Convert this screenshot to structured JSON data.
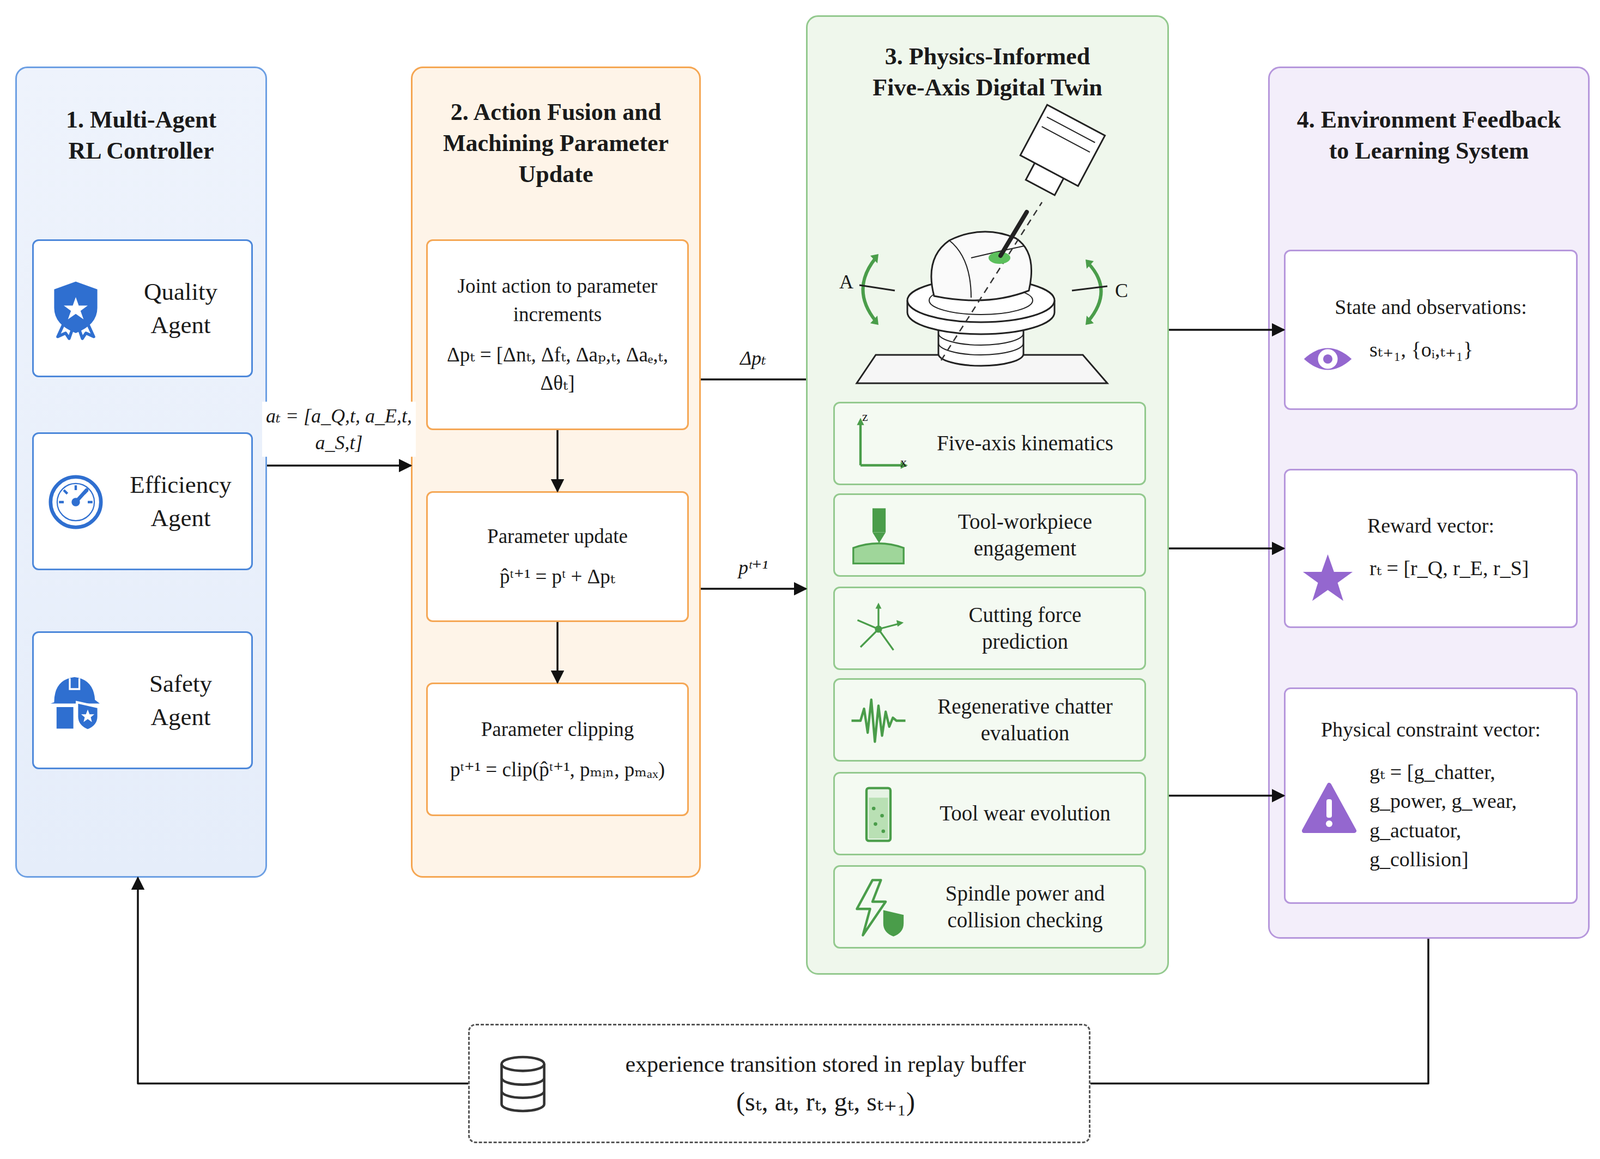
{
  "diagram": {
    "nodes": [
      {
        "text": [
          "1. Multi-Agent RL Controller"
        ]
      },
      {
        "text": [
          "Quality Agent"
        ],
        "in": 0
      },
      {
        "text": [
          "Efficiency Agent"
        ],
        "in": 0
      },
      {
        "text": [
          "Safety Agent"
        ],
        "in": 0
      },
      {
        "text": [
          "2. Action Fusion and Machining Parameter Update"
        ]
      },
      {
        "text": [
          "Joint action to parameter increments",
          "Δpₜ = [Δnₜ, Δfₜ, Δaₚ,ₜ, Δaₑ,ₜ, Δθₜ]"
        ],
        "in": 4
      },
      {
        "text": [
          "Parameter update",
          "p̂ᵗ⁺¹ = pᵗ + Δpₜ"
        ],
        "in": 4
      },
      {
        "text": [
          "Parameter clipping",
          "pᵗ⁺¹ = clip(p̂ᵗ⁺¹, pₘᵢₙ, pₘₐₓ)"
        ],
        "in": 4
      },
      {
        "text": [
          "3. Physics-Informed Five-Axis Digital Twin"
        ]
      },
      {
        "text": [
          "Five-axis kinematics"
        ],
        "in": 8
      },
      {
        "text": [
          "Tool-workpiece engagement"
        ],
        "in": 8
      },
      {
        "text": [
          "Cutting force prediction"
        ],
        "in": 8
      },
      {
        "text": [
          "Regenerative chatter evaluation"
        ],
        "in": 8
      },
      {
        "text": [
          "Tool wear evolution"
        ],
        "in": 8
      },
      {
        "text": [
          "Spindle power and collision checking"
        ],
        "in": 8
      },
      {
        "text": [
          "4. Environment Feedback to Learning System"
        ]
      },
      {
        "text": [
          "State and observations:",
          "sₜ₊₁, {oᵢ,ₜ₊₁}"
        ],
        "in": 15
      },
      {
        "text": [
          "Reward vector:",
          "rₜ = [r_Q, r_E, r_S]"
        ],
        "in": 15
      },
      {
        "text": [
          "Physical constraint vector:",
          "gₜ = [g_chatter, g_power, g_wear, g_actuator, g_collision]"
        ],
        "in": 15
      },
      {
        "text": [
          "experience transition stored in replay buffer",
          "(sₜ, aₜ, rₜ, gₜ, sₜ₊₁)"
        ]
      }
    ],
    "edges": [
      {
        "from": 0,
        "to": 4,
        "arrow": "to",
        "label": "aₜ = [a_Q,t, a_E,t, a_S,t]"
      },
      {
        "from": 5,
        "to": 6,
        "arrow": "to"
      },
      {
        "from": 6,
        "to": 7,
        "arrow": "to"
      },
      {
        "from": 4,
        "to": 8,
        "arrow": "none",
        "label": "Δpₜ"
      },
      {
        "from": 4,
        "to": 8,
        "arrow": "to",
        "label": "pᵗ⁺¹"
      },
      {
        "from": 8,
        "to": 16,
        "arrow": "to"
      },
      {
        "from": 8,
        "to": 17,
        "arrow": "to"
      },
      {
        "from": 8,
        "to": 18,
        "arrow": "to"
      },
      {
        "from": 15,
        "to": 19,
        "arrow": "none"
      },
      {
        "from": 19,
        "to": 0,
        "arrow": "to"
      }
    ],
    "labels": [
      "A",
      "C",
      "z",
      "x"
    ]
  }
}
